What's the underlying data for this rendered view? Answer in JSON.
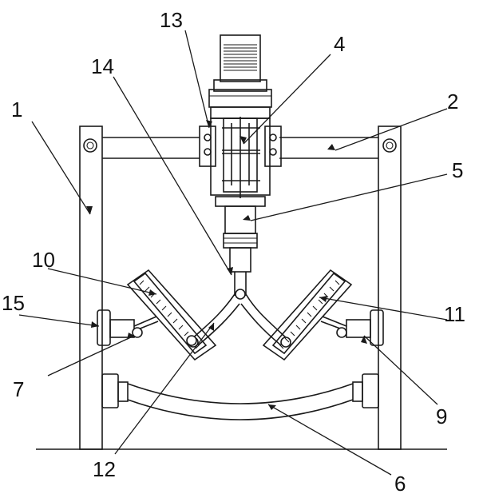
{
  "labels": {
    "l1": "1",
    "l2": "2",
    "l4": "4",
    "l5": "5",
    "l6": "6",
    "l7": "7",
    "l9": "9",
    "l10": "10",
    "l11": "11",
    "l12": "12",
    "l13": "13",
    "l14": "14",
    "l15": "15"
  }
}
